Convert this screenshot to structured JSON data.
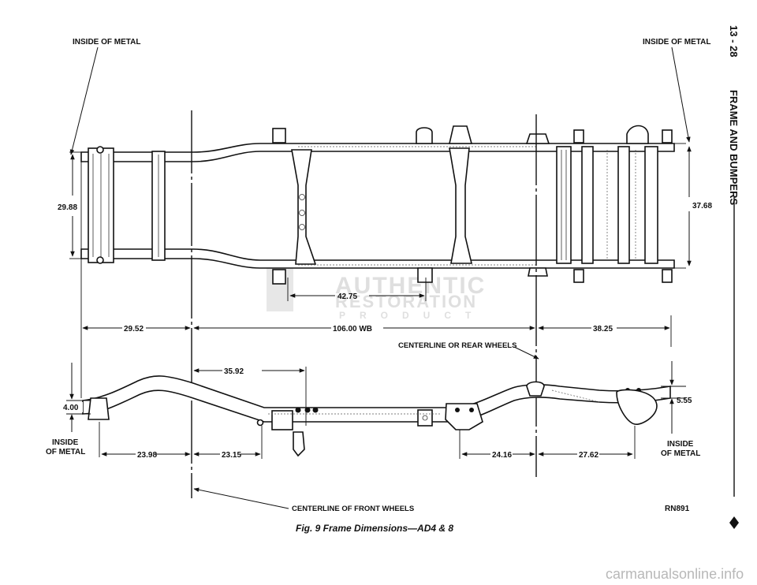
{
  "header": {
    "page_ref": "13 - 28",
    "section": "FRAME AND BUMPERS"
  },
  "labels": {
    "inside_metal_top_left": "INSIDE OF METAL",
    "inside_metal_top_right": "INSIDE OF METAL",
    "centerline_rear": "CENTERLINE OR REAR WHEELS",
    "centerline_front": "CENTERLINE OF FRONT WHEELS",
    "inside_metal_bottom_left_1": "INSIDE",
    "inside_metal_bottom_left_2": "OF METAL",
    "inside_metal_bottom_right_1": "INSIDE",
    "inside_metal_bottom_right_2": "OF METAL",
    "drawing_code": "RN891"
  },
  "dimensions": {
    "front_width": "29.88",
    "rear_width": "37.68",
    "crossmember_span": "42.75",
    "front_overhang": "29.52",
    "wheelbase": "106.00 WB",
    "rear_overhang": "38.25",
    "front_to_spring": "35.92",
    "front_drop": "4.00",
    "rear_drop": "5.55",
    "front_span_a": "23.98",
    "front_span_b": "23.15",
    "rear_span_a": "24.16",
    "rear_span_b": "27.62"
  },
  "caption": "Fig. 9 Frame Dimensions—AD4 & 8",
  "watermark": {
    "line1": "AUTHENTIC",
    "line2": "RESTORATION",
    "line3": "PRODUCT"
  },
  "footer_site": "carmanualsonline.info"
}
